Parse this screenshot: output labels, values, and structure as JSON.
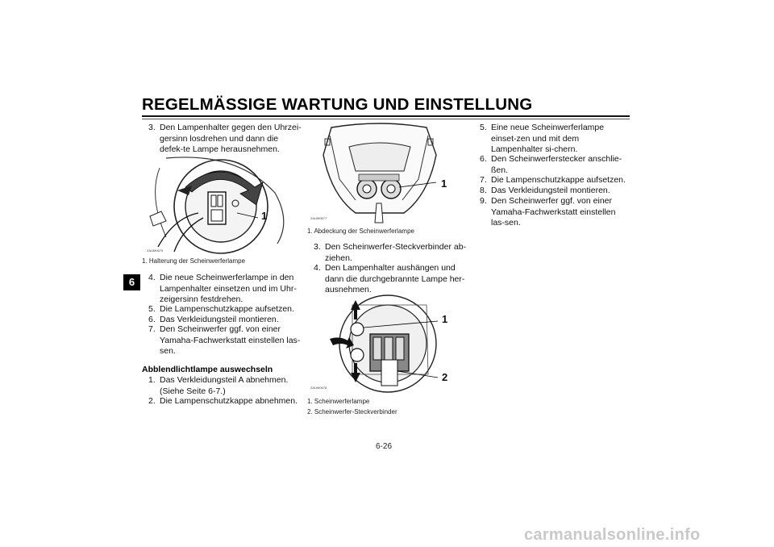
{
  "header": {
    "title": "REGELMÄSSIGE WARTUNG UND EINSTELLUNG"
  },
  "chapter_tab": "6",
  "left_column": {
    "steps_a": [
      {
        "num": "3.",
        "text": "Den Lampenhalter gegen den Uhrzei-gersinn losdrehen und dann die defek-te Lampe herausnehmen."
      }
    ],
    "figure1": {
      "code": "ZAUM0675",
      "callouts": [
        "1"
      ],
      "caption": [
        "1.  Halterung der Scheinwerferlampe"
      ]
    },
    "steps_b": [
      {
        "num": "4.",
        "text": "Die neue Scheinwerferlampe in den Lampenhalter einsetzen und im Uhr-zeigersinn festdrehen."
      },
      {
        "num": "5.",
        "text": "Die Lampenschutzkappe aufsetzen."
      },
      {
        "num": "6.",
        "text": "Das Verkleidungsteil montieren."
      },
      {
        "num": "7.",
        "text": "Den Scheinwerfer ggf. von einer Yamaha-Fachwerkstatt einstellen las-sen."
      }
    ],
    "section_heading": "Abblendlichtlampe auswechseln",
    "steps_c": [
      {
        "num": "1.",
        "text": "Das Verkleidungsteil A abnehmen. (Siehe Seite 6-7.)"
      },
      {
        "num": "2.",
        "text": "Die Lampenschutzkappe abnehmen."
      }
    ]
  },
  "middle_column": {
    "figure2": {
      "code": "ZAUM0677",
      "callouts": [
        "1"
      ],
      "caption": [
        "1.  Abdeckung der Scheinwerferlampe"
      ]
    },
    "steps": [
      {
        "num": "3.",
        "text": "Den Scheinwerfer-Steckverbinder ab-ziehen."
      },
      {
        "num": "4.",
        "text": "Den Lampenhalter aushängen und dann die durchgebrannte Lampe her-ausnehmen."
      }
    ],
    "figure3": {
      "code": "ZAUM0678",
      "callouts": [
        "1",
        "2"
      ],
      "caption": [
        "1.  Scheinwerferlampe",
        "2.  Scheinwerfer-Steckverbinder"
      ]
    }
  },
  "right_column": {
    "steps": [
      {
        "num": "5.",
        "text": "Eine neue Scheinwerferlampe einset-zen und mit dem Lampenhalter si-chern."
      },
      {
        "num": "6.",
        "text": "Den Scheinwerferstecker anschlie-ßen."
      },
      {
        "num": "7.",
        "text": "Die Lampenschutzkappe aufsetzen."
      },
      {
        "num": "8.",
        "text": "Das Verkleidungsteil montieren."
      },
      {
        "num": "9.",
        "text": "Den Scheinwerfer ggf. von einer Yamaha-Fachwerkstatt einstellen las-sen."
      }
    ]
  },
  "footer": {
    "page_number": "6-26",
    "watermark": "carmanualsonline.info"
  }
}
